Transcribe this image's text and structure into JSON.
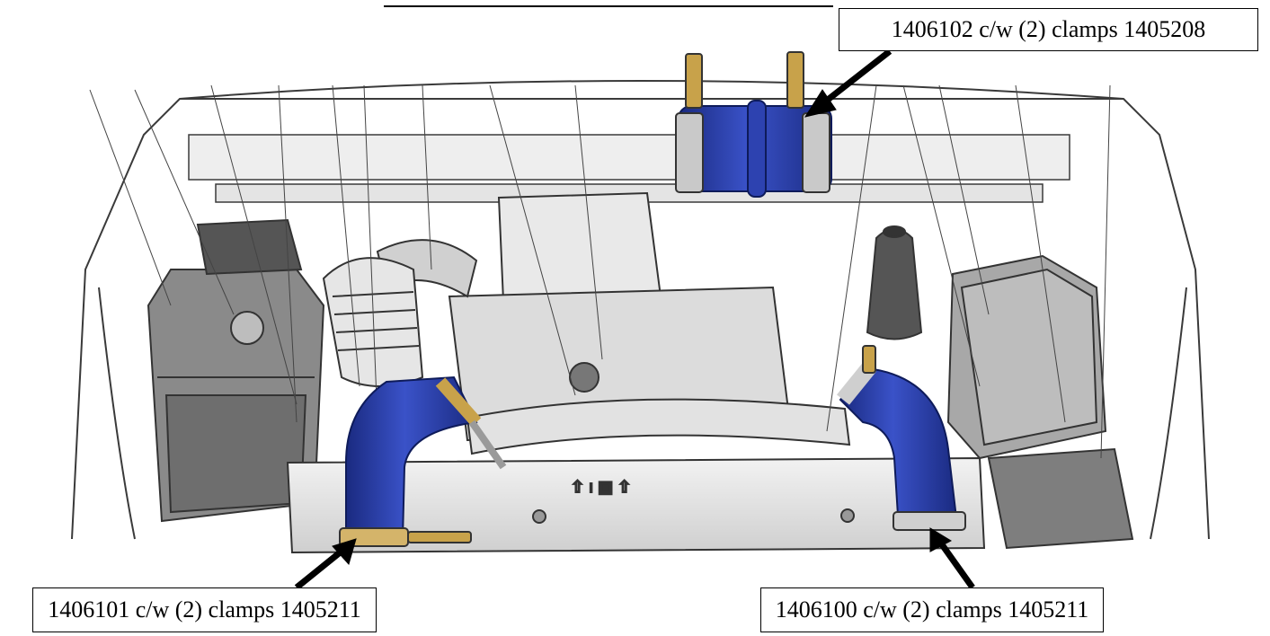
{
  "callouts": {
    "top": "1406102 c/w (2) clamps 1405208",
    "left": "1406101 c/w (2) clamps 1405211",
    "right": "1406100 c/w (2) clamps 1405211"
  },
  "colors": {
    "hose_blue": "#2b3fa8",
    "hose_highlight": "#6c7fe0",
    "clamp_gold": "#c8a24a",
    "line_art": "#3a3a3a",
    "panel_gray": "#d9d9d9",
    "arrow": "#000000"
  },
  "icons": [
    "engine-bay-illustration",
    "silicone-hose-icon",
    "hose-clamp-icon",
    "pointer-arrow-icon"
  ]
}
